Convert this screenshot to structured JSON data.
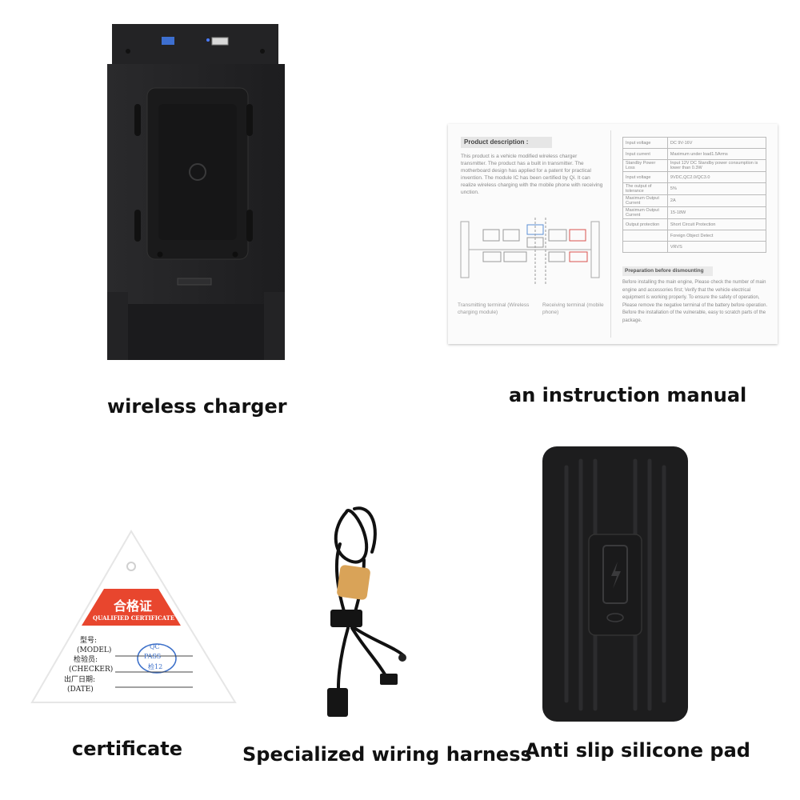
{
  "captions": {
    "wireless_charger": "wireless charger",
    "instruction_manual": "an instruction manual",
    "certificate": "certificate",
    "wiring_harness": "Specialized wiring harness",
    "silicone_pad": "Anti slip silicone pad"
  },
  "manual": {
    "header": "Product description :",
    "description": "This product is a vehicle modified wireless charger transmitter. The product has a built in transmitter. The motherboard design has applied for a patent for practical invention. The module IC has been certified by Qi. It can realize wireless charging with the mobile phone with receiving unction.",
    "spec_rows": [
      [
        "Input voltage",
        "DC 9V-16V"
      ],
      [
        "Input current",
        "Maximum under load1.5Arms"
      ],
      [
        "Standby Power Loss",
        "Input 12V DC Standby power consumption is lower than 0.3W"
      ],
      [
        "Input voltage",
        "9VDC,QC2.0/QC3.0"
      ],
      [
        "The output of tolerance",
        "5%"
      ],
      [
        "Maximum Output Current",
        "2A"
      ],
      [
        "Maximum Output Current",
        "15-18W"
      ],
      [
        "Output protection",
        "Short Circuit Protection"
      ],
      [
        "",
        "Foreign Object Detect"
      ],
      [
        "",
        "VRVS"
      ]
    ],
    "precaution_header": "Preparation before dismounting",
    "precaution_text": "Before installing the main engine, Please check the number of main engine and accessories first; Verify that the vehicle electrical equipment is working properly. To ensure the safety of operation, Please remove the negative terminal of the battery before operation. Before the installation of the vulnerable, easy to scratch parts of the package.",
    "transmitting_label": "Transmitting terminal (Wireless charging module)",
    "receiving_label": "Receiving terminal (mobile phone)"
  },
  "certificate": {
    "title_cn": "合格证",
    "title_en": "QUALIFIED CERTIFICATE",
    "model_cn": "型号:",
    "model_en": "(MODEL)",
    "checker_cn": "检验员:",
    "checker_en": "(CHECKER)",
    "date_cn": "出厂日期:",
    "date_en": "(DATE)",
    "stamp_top": "QC",
    "stamp_mid": "PASS",
    "stamp_bottom": "检12"
  },
  "colors": {
    "cert_red": "#e8462e",
    "device_black": "#1f1f21",
    "stamp_blue": "#3b6fc9"
  }
}
